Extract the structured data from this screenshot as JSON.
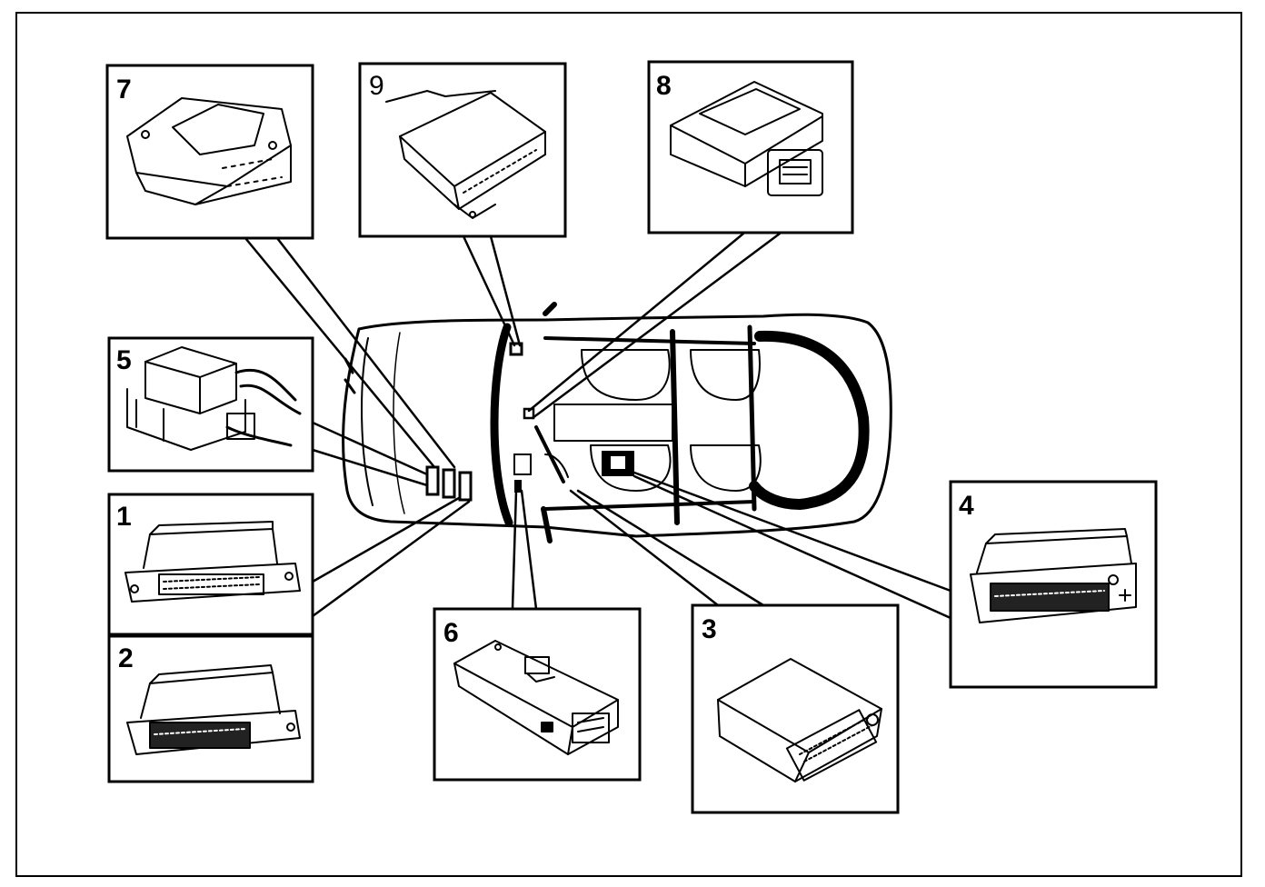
{
  "diagram": {
    "modules": [
      {
        "number": "1",
        "icon": "control-unit-module-icon"
      },
      {
        "number": "2",
        "icon": "control-unit-module-icon"
      },
      {
        "number": "3",
        "icon": "control-unit-module-icon"
      },
      {
        "number": "4",
        "icon": "control-unit-module-icon"
      },
      {
        "number": "5",
        "icon": "relay-module-icon"
      },
      {
        "number": "6",
        "icon": "control-unit-module-icon"
      },
      {
        "number": "7",
        "icon": "control-unit-module-icon"
      },
      {
        "number": "8",
        "icon": "control-unit-module-icon"
      },
      {
        "number": "9",
        "icon": "control-unit-module-icon"
      }
    ],
    "car": {
      "icon": "car-top-view-icon"
    }
  }
}
